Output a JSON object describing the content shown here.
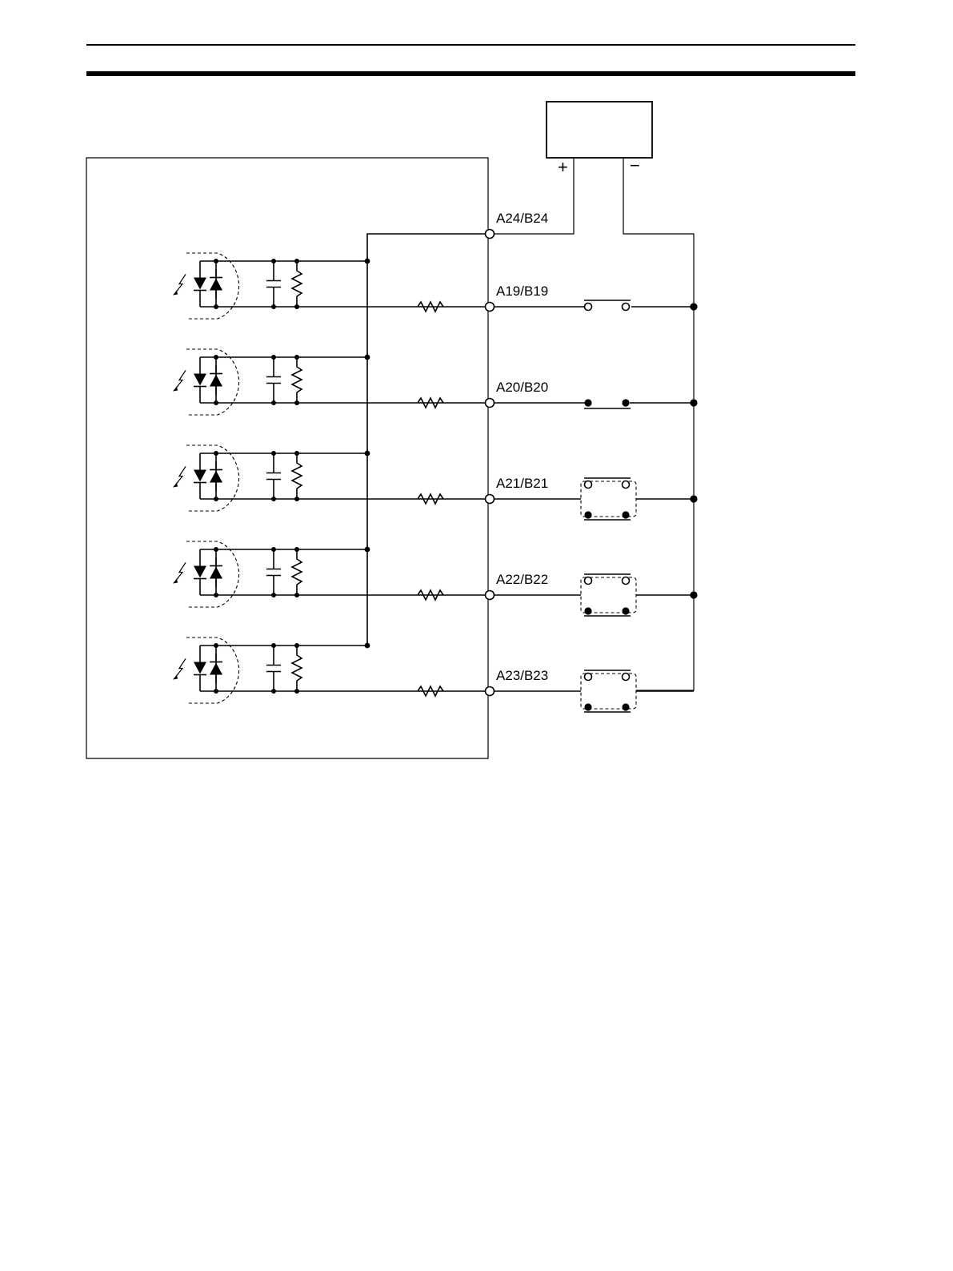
{
  "diagram": {
    "power_supply": {
      "plus": "+",
      "minus": "−"
    },
    "common_terminal": "A24/B24",
    "inputs": [
      {
        "terminal": "A19/B19",
        "sensor": "two-wire-open-switch"
      },
      {
        "terminal": "A20/B20",
        "sensor": "two-wire-closed-switch"
      },
      {
        "terminal": "A21/B21",
        "sensor": "dual-contact-sensor"
      },
      {
        "terminal": "A22/B22",
        "sensor": "dual-contact-sensor"
      },
      {
        "terminal": "A23/B23",
        "sensor": "dual-contact-sensor"
      }
    ]
  }
}
